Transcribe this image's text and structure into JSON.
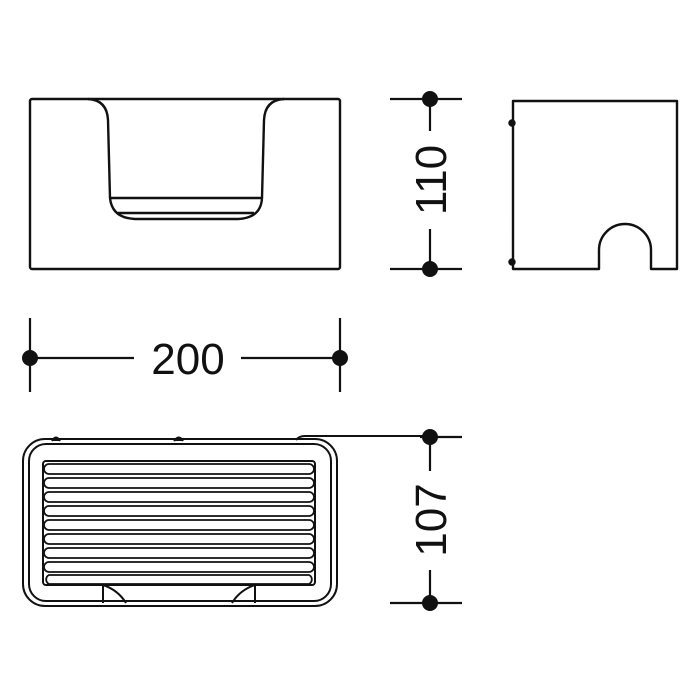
{
  "drawing": {
    "type": "technical drawing",
    "subject": "soap basket / shower basket with grid insert",
    "line_color": "#111111",
    "background": "#ffffff"
  },
  "views": [
    {
      "name": "front-view",
      "description": "front elevation with U-shaped cutout"
    },
    {
      "name": "side-view",
      "description": "side elevation with semicircular notch at bottom"
    },
    {
      "name": "top-view",
      "description": "plan view with 9 grid slats and two mounting clips"
    }
  ],
  "dimensions": {
    "width": {
      "value": "200",
      "orientation": "horizontal"
    },
    "height": {
      "value": "110",
      "orientation": "vertical"
    },
    "depth": {
      "value": "107",
      "orientation": "vertical"
    }
  },
  "top_view": {
    "slat_count": 9
  }
}
